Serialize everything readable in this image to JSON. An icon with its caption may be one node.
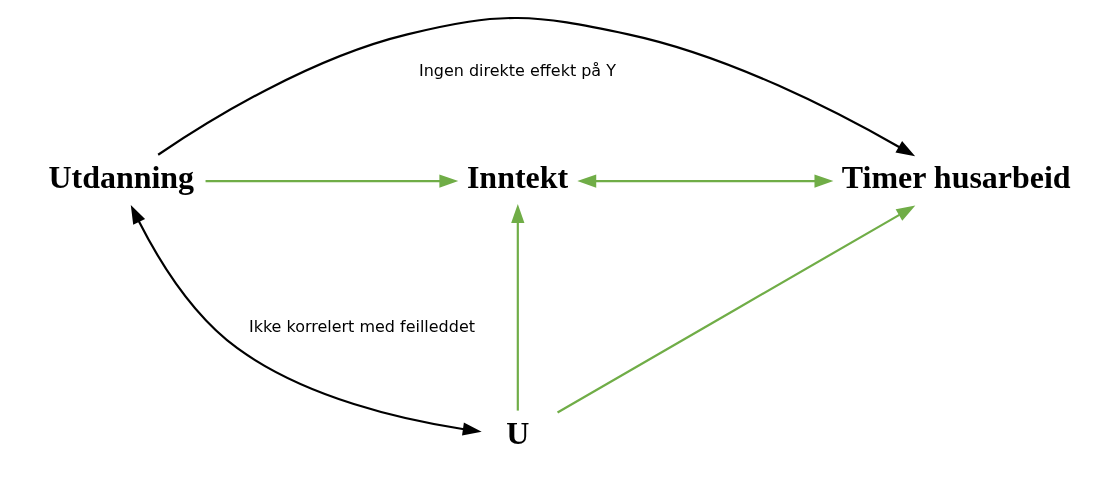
{
  "diagram": {
    "nodes": [
      {
        "text": [
          "Utdanning"
        ]
      },
      {
        "text": [
          "Inntekt"
        ]
      },
      {
        "text": [
          "Timer husarbeid"
        ]
      },
      {
        "text": [
          "U"
        ]
      }
    ],
    "edges": [
      {
        "from": 0,
        "to": 2,
        "arrow": "to",
        "label": "Ingen direkte effekt på Y",
        "color": "#000000"
      },
      {
        "from": 0,
        "to": 1,
        "arrow": "to"
      },
      {
        "from": 1,
        "to": 2,
        "arrow": "both"
      },
      {
        "from": 0,
        "to": 3,
        "arrow": "both",
        "label": "Ikke korrelert med feilleddet",
        "color": "#000000"
      },
      {
        "from": 3,
        "to": 1,
        "arrow": "to"
      },
      {
        "from": 3,
        "to": 2,
        "arrow": "to"
      }
    ]
  }
}
